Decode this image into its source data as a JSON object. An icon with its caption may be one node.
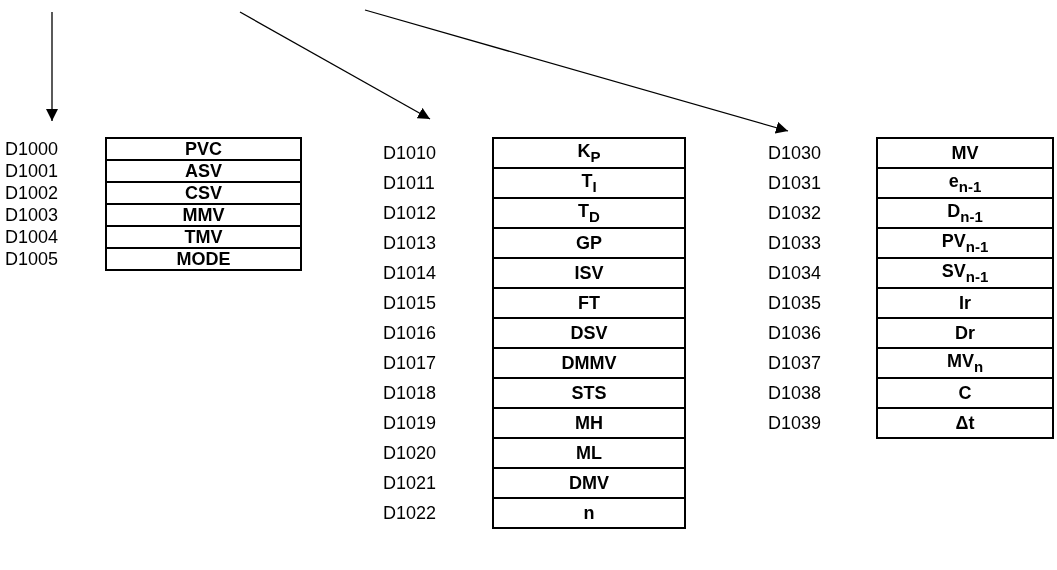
{
  "diagram": {
    "nodes": [
      {
        "text": [
          "PVC"
        ],
        "beside": [
          "D1000"
        ]
      },
      {
        "text": [
          "ASV"
        ],
        "beside": [
          "D1001"
        ]
      },
      {
        "text": [
          "CSV"
        ],
        "beside": [
          "D1002"
        ]
      },
      {
        "text": [
          "MMV"
        ],
        "beside": [
          "D1003"
        ]
      },
      {
        "text": [
          "TMV"
        ],
        "beside": [
          "D1004"
        ]
      },
      {
        "text": [
          "MODE"
        ],
        "beside": [
          "D1005"
        ]
      },
      {
        "text": [
          "K$_{P}$"
        ],
        "beside": [
          "D1010"
        ]
      },
      {
        "text": [
          "T$_{I}$"
        ],
        "beside": [
          "D1011"
        ]
      },
      {
        "text": [
          "T$_{D}$"
        ],
        "beside": [
          "D1012"
        ]
      },
      {
        "text": [
          "GP"
        ],
        "beside": [
          "D1013"
        ]
      },
      {
        "text": [
          "ISV"
        ],
        "beside": [
          "D1014"
        ]
      },
      {
        "text": [
          "FT"
        ],
        "beside": [
          "D1015"
        ]
      },
      {
        "text": [
          "DSV"
        ],
        "beside": [
          "D1016"
        ]
      },
      {
        "text": [
          "DMMV"
        ],
        "beside": [
          "D1017"
        ]
      },
      {
        "text": [
          "STS"
        ],
        "beside": [
          "D1018"
        ]
      },
      {
        "text": [
          "MH"
        ],
        "beside": [
          "D1019"
        ]
      },
      {
        "text": [
          "ML"
        ],
        "beside": [
          "D1020"
        ]
      },
      {
        "text": [
          "DMV"
        ],
        "beside": [
          "D1021"
        ]
      },
      {
        "text": [
          "n"
        ],
        "beside": [
          "D1022"
        ]
      },
      {
        "text": [
          "MV"
        ],
        "beside": [
          "D1030"
        ]
      },
      {
        "text": [
          "e$_{n-1}$"
        ],
        "beside": [
          "D1031"
        ]
      },
      {
        "text": [
          "D$_{n-1}$"
        ],
        "beside": [
          "D1032"
        ]
      },
      {
        "text": [
          "PV$_{n-1}$"
        ],
        "beside": [
          "D1033"
        ]
      },
      {
        "text": [
          "SV$_{n-1}$"
        ],
        "beside": [
          "D1034"
        ]
      },
      {
        "text": [
          "Ir"
        ],
        "beside": [
          "D1035"
        ]
      },
      {
        "text": [
          "Dr"
        ],
        "beside": [
          "D1036"
        ]
      },
      {
        "text": [
          "MV$_{n}$"
        ],
        "beside": [
          "D1037"
        ]
      },
      {
        "text": [
          "C"
        ],
        "beside": [
          "D1038"
        ]
      },
      {
        "text": [
          "Δt"
        ],
        "beside": [
          "D1039"
        ]
      }
    ],
    "edges": [
      {
        "from": null,
        "to": 0,
        "arrow": "to"
      },
      {
        "from": null,
        "to": 6,
        "arrow": "to"
      },
      {
        "from": null,
        "to": 19,
        "arrow": "to"
      }
    ]
  }
}
